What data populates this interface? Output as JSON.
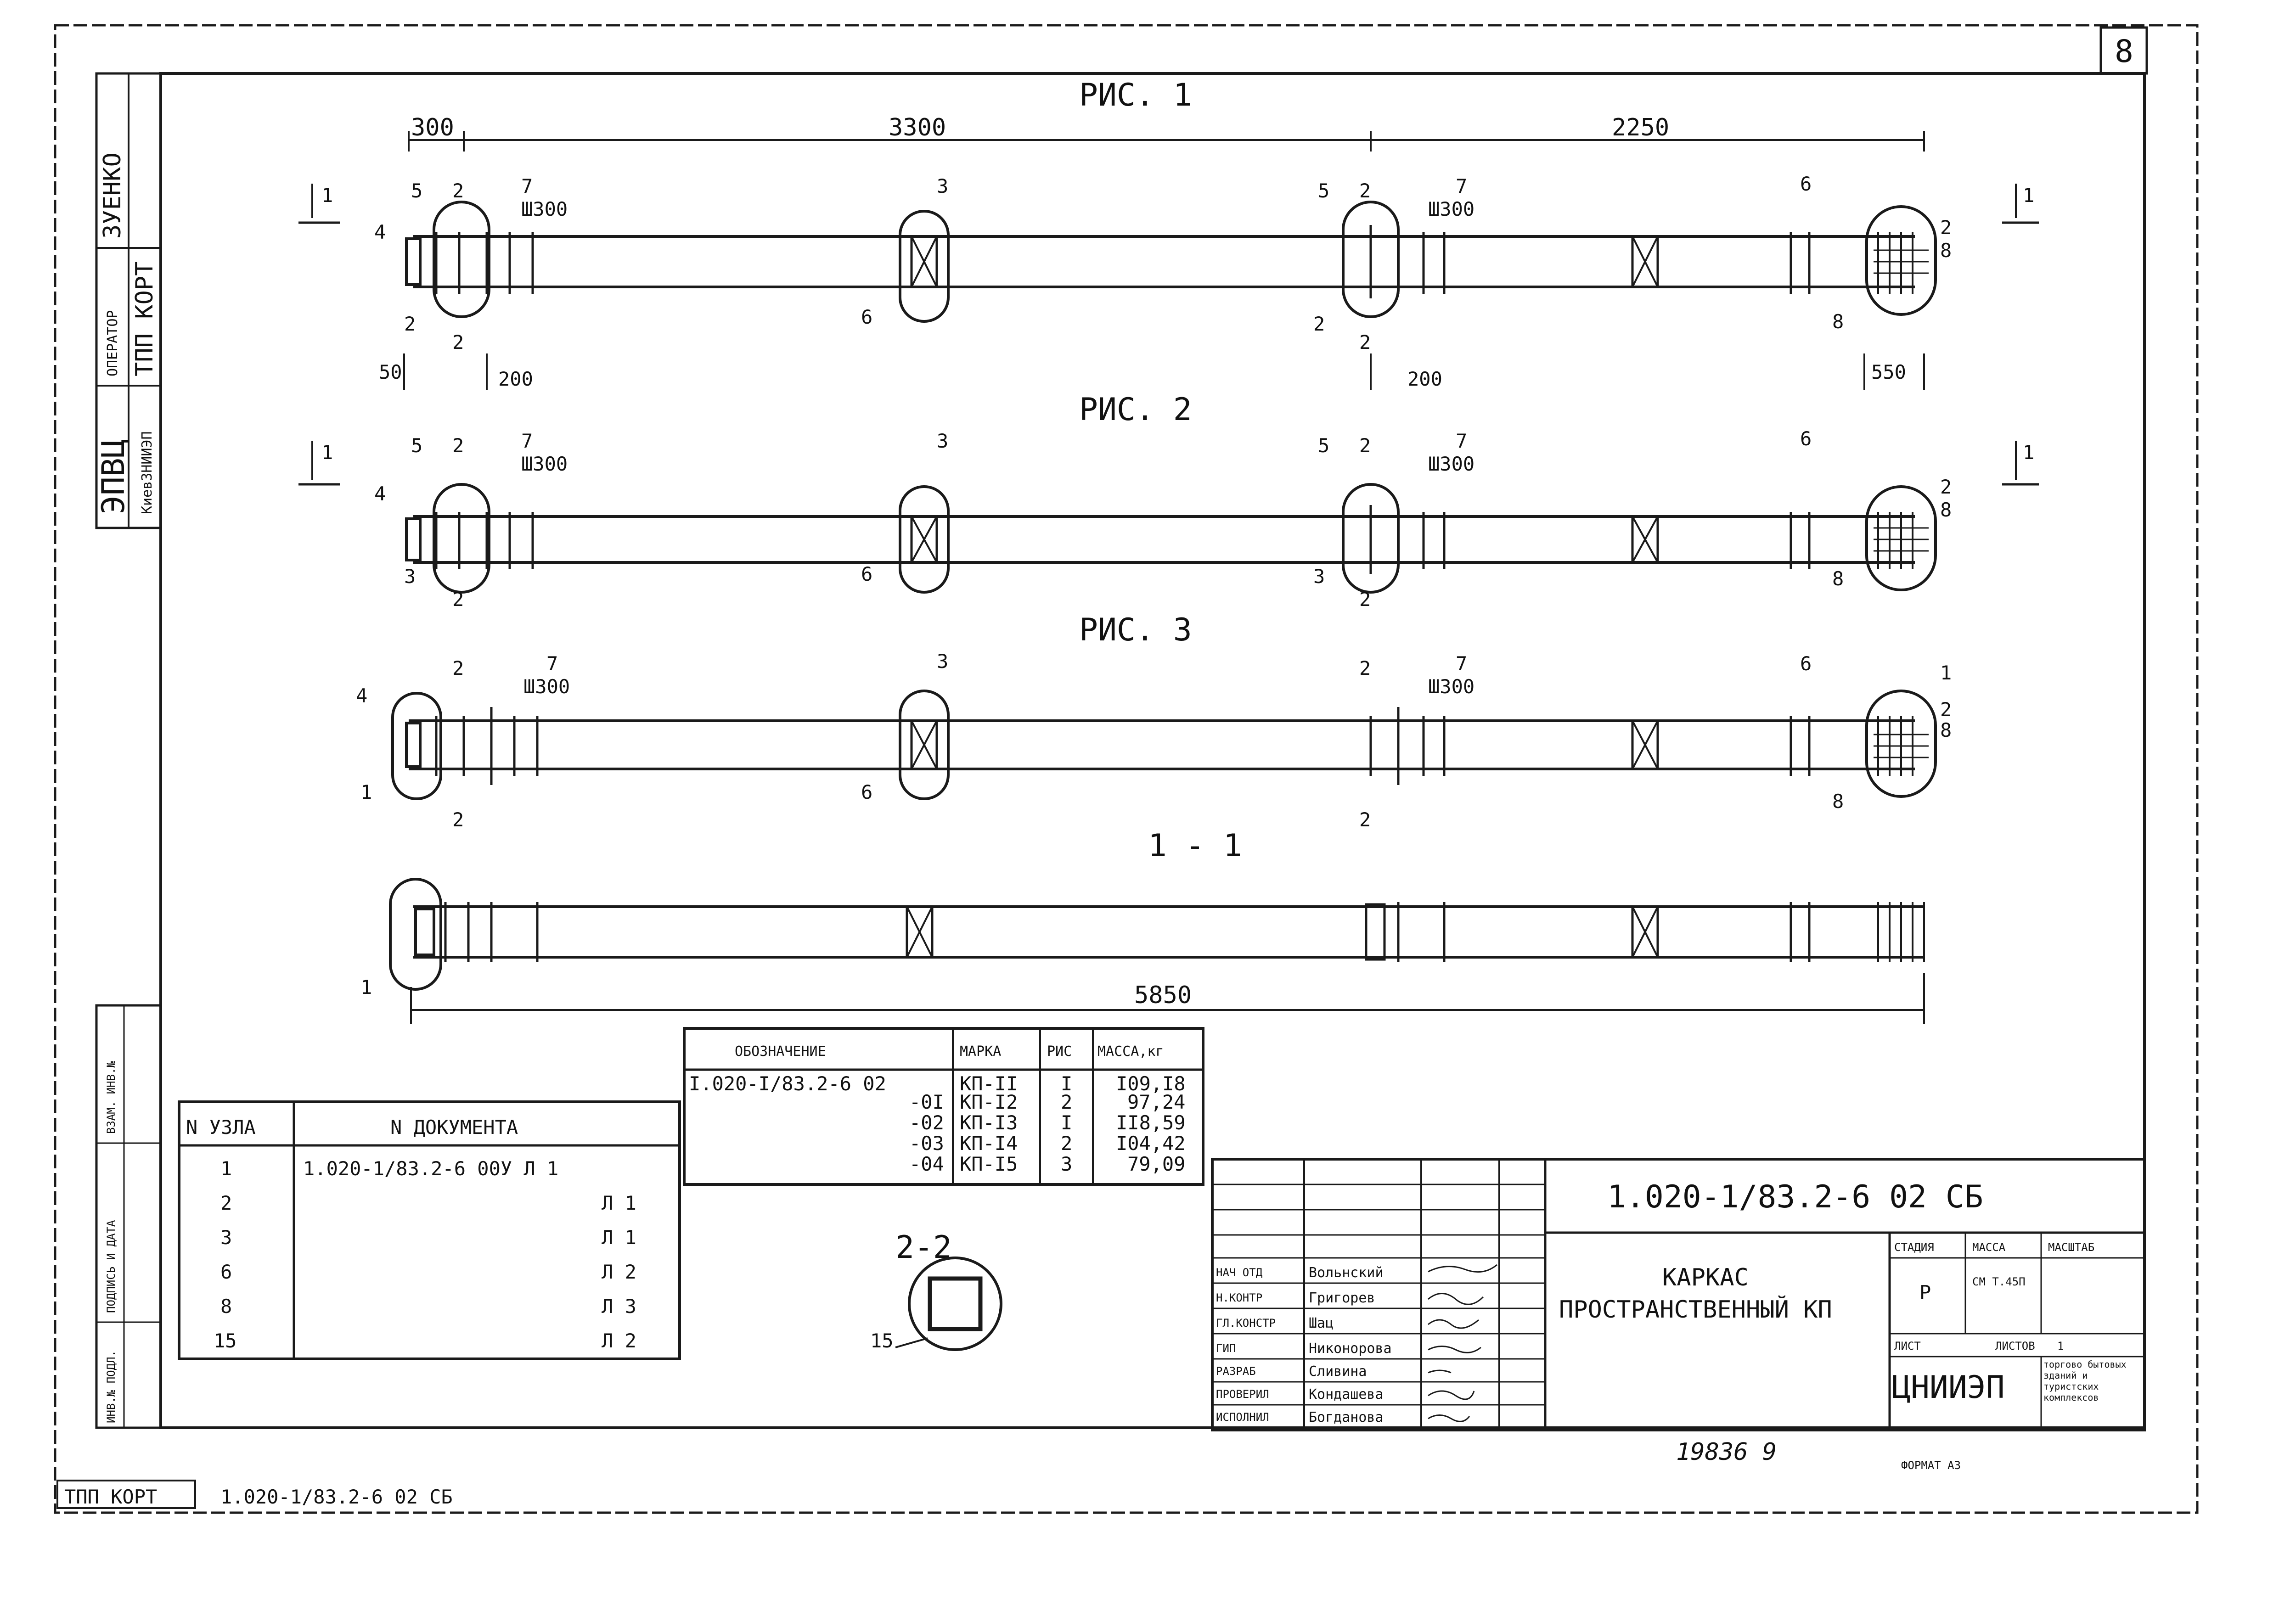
{
  "sheet": {
    "sheet_number": "8",
    "bottom_code": "1.020-1/83.2-6 02 СБ",
    "bottom_stamp": "ТПП КОРТ",
    "archive_number": "19836 9",
    "format_label": "ФОРМАТ А3"
  },
  "left_stamp": {
    "org1": "ЭПВЦ",
    "org2": "КиевЗНИИЭП",
    "operator_label": "ОПЕРАТОР",
    "operator_value": "ТПП КОРТ",
    "check_label": "ЗУЕНКО",
    "side_labels": [
      "ВЗАМ. ИНВ.№",
      "ПОДПИСЬ И ДАТА",
      "ИНВ.№ ПОДЛ."
    ]
  },
  "figures": [
    {
      "title": "РИС. 1",
      "dims": [
        "300",
        "3300",
        "2250"
      ],
      "bottom_dims": [
        "50",
        "200",
        "200",
        "550"
      ],
      "callouts": [
        "1",
        "4",
        "5",
        "2",
        "7",
        "Ш300",
        "2",
        "2",
        "3",
        "6",
        "5",
        "2",
        "7",
        "Ш300",
        "2",
        "2",
        "6",
        "8",
        "1",
        "2",
        "8"
      ]
    },
    {
      "title": "РИС. 2",
      "callouts": [
        "1",
        "4",
        "5",
        "2",
        "7",
        "Ш300",
        "3",
        "2",
        "3",
        "6",
        "5",
        "2",
        "7",
        "Ш300",
        "3",
        "2",
        "6",
        "8",
        "1",
        "2",
        "8"
      ]
    },
    {
      "title": "РИС. 3",
      "callouts": [
        "4",
        "1",
        "2",
        "7",
        "Ш300",
        "2",
        "3",
        "6",
        "2",
        "7",
        "Ш300",
        "2",
        "6",
        "8",
        "1",
        "2",
        "8"
      ]
    },
    {
      "title": "1 - 1",
      "callouts": [
        "1"
      ],
      "dims": [
        "5850"
      ]
    }
  ],
  "section_2_2": {
    "title": "2-2",
    "callout": "15"
  },
  "marks_table": {
    "headers": [
      "ОБОЗНАЧЕНИЕ",
      "МАРКА",
      "РИС",
      "МАССА,кг"
    ],
    "rows": [
      [
        "I.020-I/83.2-6 02",
        "КП-II",
        "I",
        "I09,I8"
      ],
      [
        "-0I",
        "КП-I2",
        "2",
        "97,24"
      ],
      [
        "-02",
        "КП-I3",
        "I",
        "II8,59"
      ],
      [
        "-03",
        "КП-I4",
        "2",
        "I04,42"
      ],
      [
        "-04",
        "КП-I5",
        "3",
        "79,09"
      ]
    ]
  },
  "nodes_table": {
    "headers": [
      "N УЗЛА",
      "N ДОКУМЕНТА"
    ],
    "rows": [
      [
        "1",
        "1.020-1/83.2-6 00У Л 1"
      ],
      [
        "2",
        "Л 1"
      ],
      [
        "3",
        "Л 1"
      ],
      [
        "6",
        "Л 2"
      ],
      [
        "8",
        "Л 3"
      ],
      [
        "15",
        "Л 2"
      ]
    ]
  },
  "title_block": {
    "doc_code": "1.020-1/83.2-6 02 СБ",
    "title_line1": "КАРКАС",
    "title_line2": "ПРОСТРАНСТВЕННЫЙ КП",
    "stage_header": "СТАДИЯ",
    "mass_header": "МАССА",
    "scale_header": "МАСШТАБ",
    "stage_value": "Р",
    "mass_value": "СМ Т.45П",
    "sheet_label": "ЛИСТ",
    "sheets_label": "ЛИСТОВ",
    "sheets_value": "1",
    "org": "ЦНИИЭП",
    "org_sub": "торгово бытовых зданий и туристских комплексов",
    "roles": [
      {
        "role": "НАЧ ОТД",
        "name": "Вольнский"
      },
      {
        "role": "Н.КОНТР",
        "name": "Григорев"
      },
      {
        "role": "ГЛ.КОНСТР",
        "name": "Шац"
      },
      {
        "role": "ГИП",
        "name": "Никонорова"
      },
      {
        "role": "РАЗРАБ",
        "name": "Сливина"
      },
      {
        "role": "ПРОВЕРИЛ",
        "name": "Кондашева"
      },
      {
        "role": "ИСПОЛНИЛ",
        "name": "Богданова"
      }
    ]
  }
}
